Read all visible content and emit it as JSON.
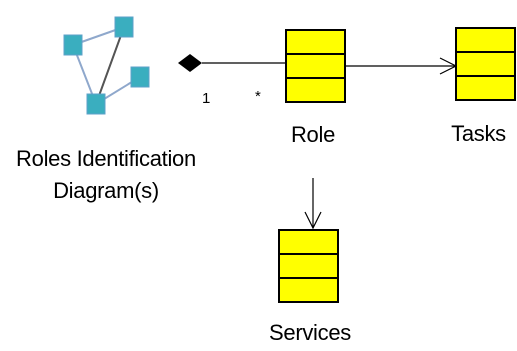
{
  "diagram": {
    "source_node": {
      "label_line1": "Roles Identification",
      "label_line2": "Diagram(s)",
      "icon": "network-diagram-icon"
    },
    "nodes": {
      "role": {
        "label": "Role"
      },
      "tasks": {
        "label": "Tasks"
      },
      "services": {
        "label": "Services"
      }
    },
    "association": {
      "source_multiplicity": "1",
      "target_multiplicity": "*"
    }
  },
  "colors": {
    "box_fill": "#ffff00",
    "box_stroke": "#000000",
    "icon_node_fill": "#3aaebf",
    "icon_edge": "#8fa8cc",
    "line": "#000000"
  }
}
